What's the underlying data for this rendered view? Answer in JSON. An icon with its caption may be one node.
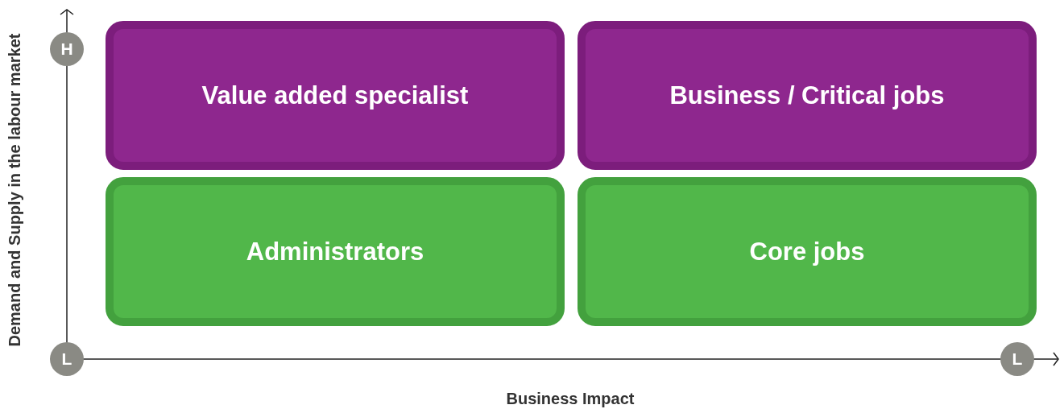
{
  "diagram": {
    "nodes": [
      {
        "text": [
          "Value added specialist"
        ]
      },
      {
        "text": [
          "Business / Critical jobs"
        ]
      },
      {
        "text": [
          "Administrators"
        ]
      },
      {
        "text": [
          "Core jobs"
        ]
      },
      {
        "text": [
          "H"
        ]
      },
      {
        "text": [
          "L"
        ]
      },
      {
        "text": [
          "L"
        ]
      }
    ],
    "labels": [
      "Demand and Supply in the labour market",
      "Business Impact"
    ]
  }
}
